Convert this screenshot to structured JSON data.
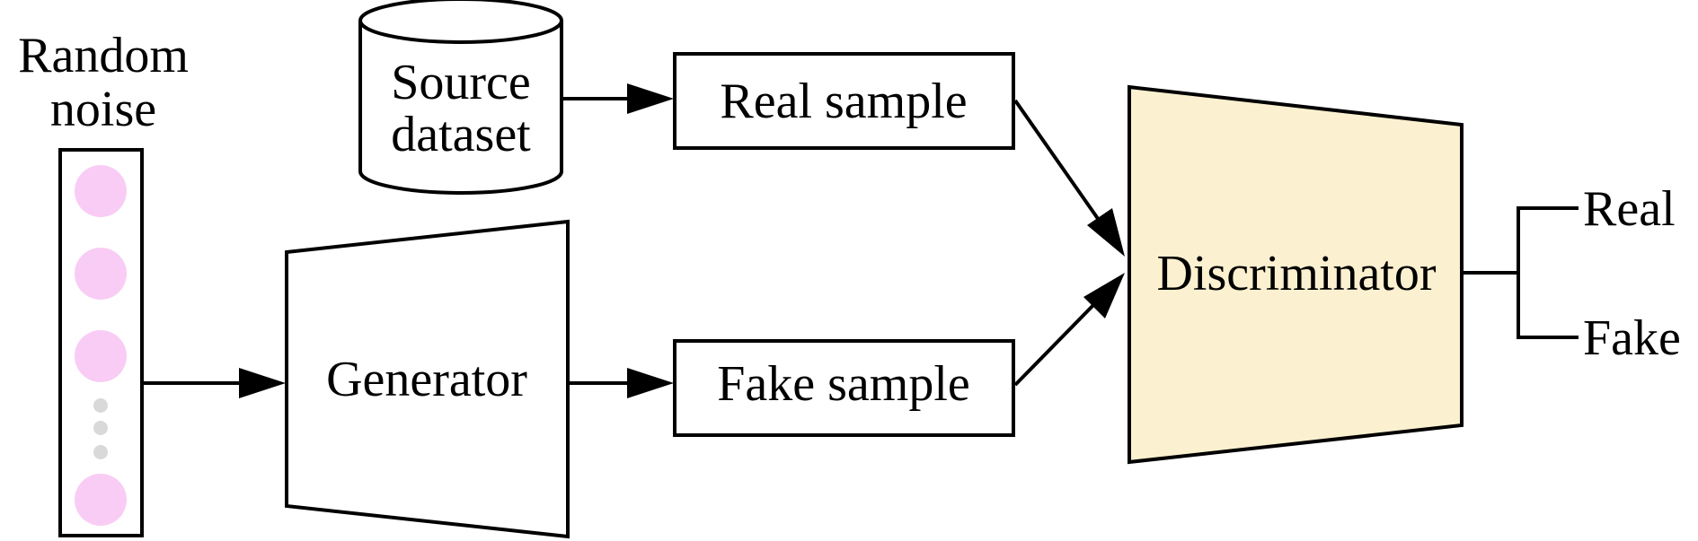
{
  "nodes": {
    "noise": {
      "title_line1": "Random",
      "title_line2": "noise"
    },
    "source": {
      "line1": "Source",
      "line2": "dataset"
    },
    "real_sample": {
      "label": "Real sample"
    },
    "generator": {
      "label": "Generator"
    },
    "fake_sample": {
      "label": "Fake sample"
    },
    "discriminator": {
      "label": "Discriminator"
    },
    "outputs": {
      "real": "Real",
      "fake": "Fake"
    }
  },
  "colors": {
    "discriminator_fill": "#FBF0CF",
    "noise_circle": "#F9CCF5",
    "ellipsis_dot": "#D9D9D9",
    "stroke": "#000000"
  }
}
